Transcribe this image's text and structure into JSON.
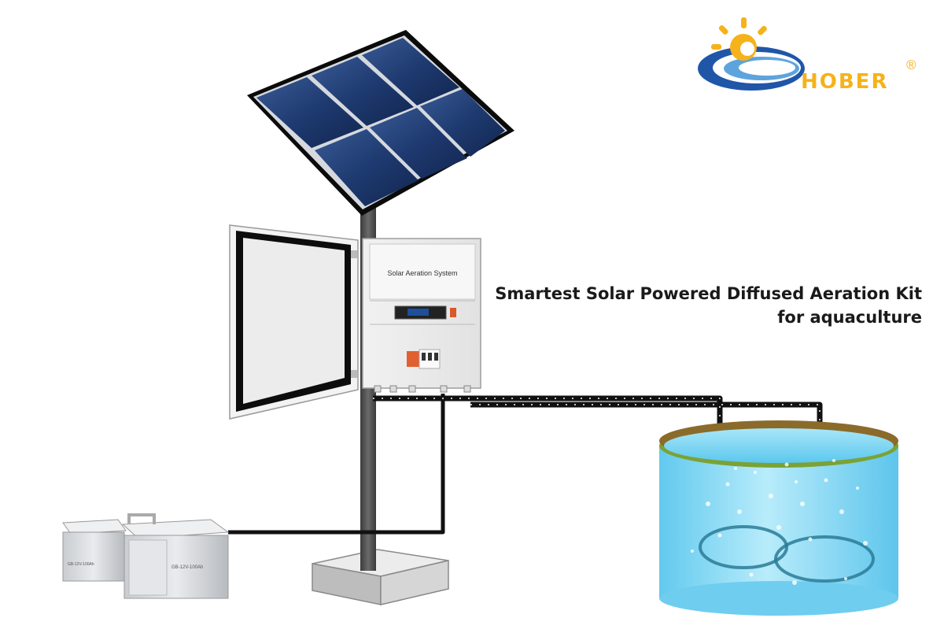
{
  "brand": {
    "name": "HOBER",
    "registered_mark": "®",
    "colors": {
      "sun": "#f6b21a",
      "ring_blue": "#1f56a8",
      "ring_light": "#5ea4dc"
    }
  },
  "headline": {
    "line1": "Smartest Solar Powered Diffused Aeration Kit",
    "line2": "for aquaculture"
  },
  "control_box": {
    "panel_label": "Solar Aeration System"
  },
  "batteries": {
    "label_left": "GB-12V-100Ah",
    "label_right": "GB-12V-100Ah"
  },
  "colors": {
    "solar_cell": "#1f3b6e",
    "pond_water": "#7fd8f3",
    "pond_rim_brown": "#8a6b2a",
    "pond_rim_green": "#7ba233"
  }
}
